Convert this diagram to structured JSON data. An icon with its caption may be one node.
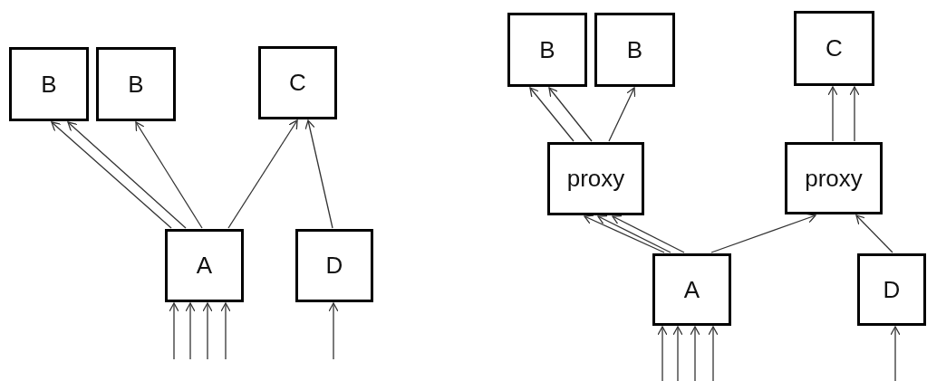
{
  "diagram": {
    "nodes": [
      {
        "text": [
          "B"
        ]
      },
      {
        "text": [
          "B"
        ]
      },
      {
        "text": [
          "C"
        ]
      },
      {
        "text": [
          "A"
        ]
      },
      {
        "text": [
          "D"
        ]
      },
      {
        "text": [
          "B"
        ]
      },
      {
        "text": [
          "B"
        ]
      },
      {
        "text": [
          "C"
        ]
      },
      {
        "text": [
          "proxy"
        ]
      },
      {
        "text": [
          "proxy"
        ]
      },
      {
        "text": [
          "A"
        ]
      },
      {
        "text": [
          "D"
        ]
      }
    ],
    "edges": [
      {
        "from": 3,
        "to": 0,
        "arrow": "to"
      },
      {
        "from": 3,
        "to": 0,
        "arrow": "to"
      },
      {
        "from": 3,
        "to": 1,
        "arrow": "to"
      },
      {
        "from": 3,
        "to": 2,
        "arrow": "to"
      },
      {
        "from": 4,
        "to": 2,
        "arrow": "to"
      },
      {
        "from": null,
        "to": 3,
        "arrow": "to"
      },
      {
        "from": null,
        "to": 3,
        "arrow": "to"
      },
      {
        "from": null,
        "to": 3,
        "arrow": "to"
      },
      {
        "from": null,
        "to": 3,
        "arrow": "to"
      },
      {
        "from": null,
        "to": 4,
        "arrow": "to"
      },
      {
        "from": 8,
        "to": 5,
        "arrow": "to"
      },
      {
        "from": 8,
        "to": 5,
        "arrow": "to"
      },
      {
        "from": 8,
        "to": 6,
        "arrow": "to"
      },
      {
        "from": 9,
        "to": 7,
        "arrow": "to"
      },
      {
        "from": 9,
        "to": 7,
        "arrow": "to"
      },
      {
        "from": 10,
        "to": 8,
        "arrow": "to"
      },
      {
        "from": 10,
        "to": 8,
        "arrow": "to"
      },
      {
        "from": 10,
        "to": 8,
        "arrow": "to"
      },
      {
        "from": 10,
        "to": 9,
        "arrow": "to"
      },
      {
        "from": 11,
        "to": 9,
        "arrow": "to"
      },
      {
        "from": null,
        "to": 10,
        "arrow": "to"
      },
      {
        "from": null,
        "to": 10,
        "arrow": "to"
      },
      {
        "from": null,
        "to": 10,
        "arrow": "to"
      },
      {
        "from": null,
        "to": 10,
        "arrow": "to"
      },
      {
        "from": null,
        "to": 11,
        "arrow": "to"
      }
    ]
  }
}
